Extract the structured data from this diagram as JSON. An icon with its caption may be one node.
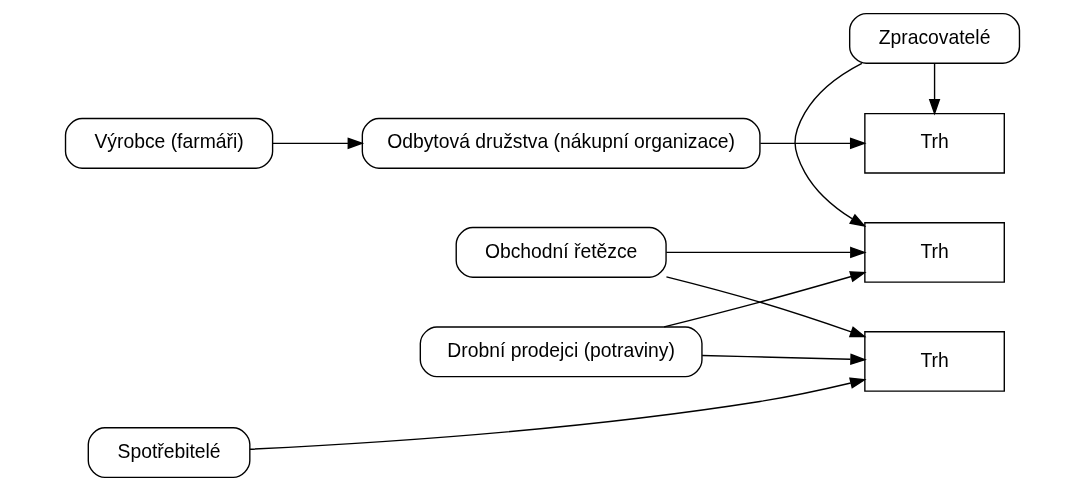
{
  "diagram": {
    "nodes": [
      {
        "text": [
          "Výrobce (farmáři)"
        ]
      },
      {
        "text": [
          "Odbytová družstva (nákupní organizace)"
        ]
      },
      {
        "text": [
          "Trh"
        ]
      },
      {
        "text": [
          "Zpracovatelé"
        ]
      },
      {
        "text": [
          "Obchodní řetězce"
        ]
      },
      {
        "text": [
          "Spotřebitelé"
        ]
      },
      {
        "text": [
          "Trh"
        ]
      },
      {
        "text": [
          "Trh"
        ]
      },
      {
        "text": [
          "Drobní prodejci (potraviny)"
        ]
      }
    ],
    "edges": [
      {
        "from": 0,
        "to": 1,
        "arrow": "to"
      },
      {
        "from": 1,
        "to": 2,
        "arrow": "to"
      },
      {
        "from": 3,
        "to": 2,
        "arrow": "to"
      },
      {
        "from": 4,
        "to": 6,
        "arrow": "to"
      },
      {
        "from": 4,
        "to": 7,
        "arrow": "to"
      },
      {
        "from": 3,
        "to": 7,
        "arrow": "to"
      },
      {
        "from": 5,
        "to": 6,
        "arrow": "to"
      },
      {
        "from": 8,
        "to": 6,
        "arrow": "to"
      },
      {
        "from": 8,
        "to": 7,
        "arrow": "to"
      }
    ]
  }
}
